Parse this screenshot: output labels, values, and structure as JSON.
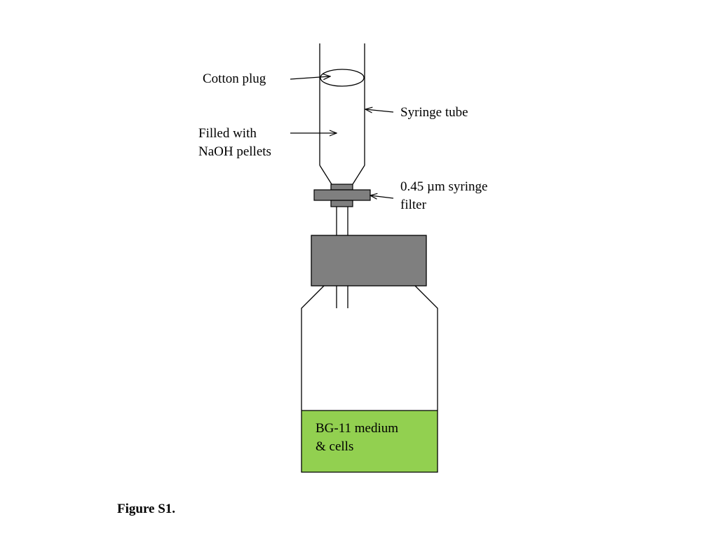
{
  "labels": {
    "cotton_plug": "Cotton plug",
    "syringe_tube": "Syringe tube",
    "filled_line1": "Filled with",
    "filled_line2": "NaOH pellets",
    "filter_line1": "0.45 µm syringe",
    "filter_line2": "filter",
    "medium_line1": "BG-11 medium",
    "medium_line2": "& cells"
  },
  "caption": "Figure S1.",
  "colors": {
    "cap_gray": "#7f7f7f",
    "medium_green": "#92d050",
    "outline": "#000000"
  }
}
